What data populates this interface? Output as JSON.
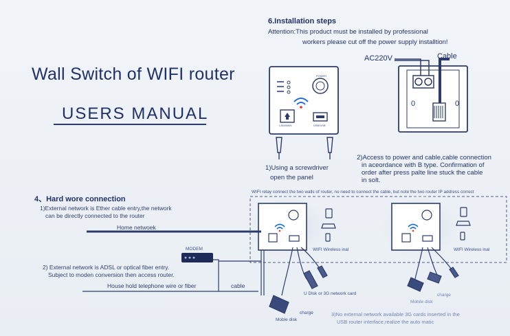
{
  "title": "Wall Switch of WIFI router",
  "subtitle": "USERS MANUAL",
  "install": {
    "heading": "6.Installation steps",
    "attention_line1": "Attention:This  product  must be installed by professional",
    "attention_line2": "workers please cut off the power supply installtion!",
    "label_ac": "AC220V",
    "label_cable": "Cable",
    "step1_line1": "1)Using a screwdriver",
    "step1_line2": "open the panel",
    "step2_line1": "2)Access to power and cable,cable connection",
    "step2_line2": "in aceordance with B type. Confirmation of",
    "step2_line3": "order after press palte line stuck the cable",
    "step2_line4": "in solt.",
    "panel_label_power": "POWER",
    "panel_label_lan": "LAN/WAN",
    "panel_label_usb": "USB/USB"
  },
  "hard": {
    "heading": "4、Hard wore  connection",
    "item1_line1": "1)External network is Ether cable entry,the network",
    "item1_line2": "can be directly connected to the router",
    "home_network": "Home netwoek",
    "modem": "MODEM",
    "item2_line1": "2) External network is ADSL or optical fiber entry.",
    "item2_line2": "Subject to moden conversion then access router.",
    "phone_line": "House hold telephone wire or fiber",
    "cable": "cable",
    "relay_note": "WIFI relay connect the two walls of router, no need to connect the cable, but note the two router IP address correct",
    "wifi_wireless_1": "WIFI Wireless inal",
    "wifi_wireless_2": "WIFI Wireless inal",
    "udisk": "U Dlsk or 3G network card",
    "charge_1": "charge",
    "charge_2": "charge",
    "mobile_disk_1": "Moble disk",
    "mobile_disk_2": "Mobile disk",
    "item3_line1": "3)No external network available 3G cards inserted in the",
    "item3_line2": "USB router interface,realize the auto matic"
  }
}
